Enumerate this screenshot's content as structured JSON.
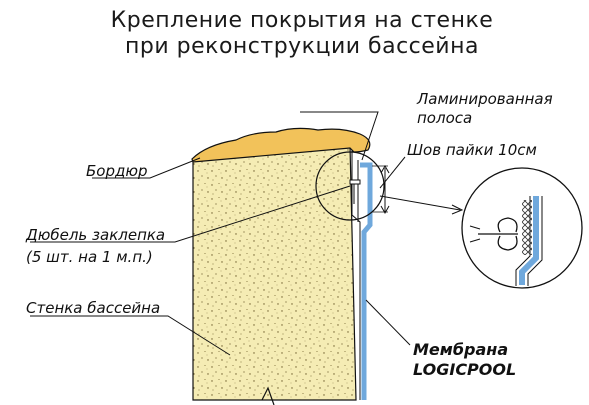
{
  "title": {
    "line1": "Крепление покрытия на стенке",
    "line2": "при реконструкции бассейна"
  },
  "labels": {
    "laminated_strip_line1": "Ламинированная",
    "laminated_strip_line2": "полоса",
    "weld_seam": "Шов пайки 10см",
    "border": "Бордюр",
    "dowel_line1": "Дюбель заклепка",
    "dowel_line2": "(5 шт. на 1 м.п.)",
    "pool_wall": "Стенка бассейна",
    "membrane_line1": "Мембрана",
    "membrane_line2": "LOGICPOOL"
  },
  "colors": {
    "wall_fill": "#f5ecb4",
    "border_fill": "#f2c25a",
    "membrane": "#6fa8dc",
    "line": "#111111"
  }
}
